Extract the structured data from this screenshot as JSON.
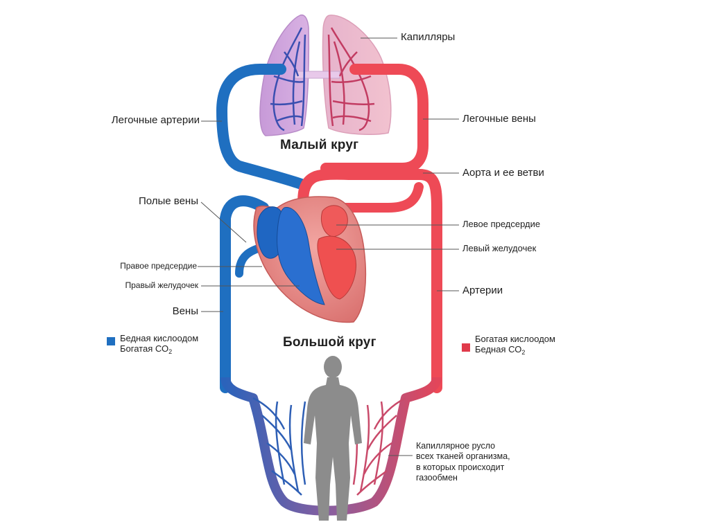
{
  "labels": {
    "capillaries": "Капилляры",
    "pulmonary_arteries": "Легочные артерии",
    "pulmonary_veins": "Легочные вены",
    "small_circle": "Малый круг",
    "aorta": "Аорта и ее ветви",
    "vena_cava": "Полые вены",
    "left_atrium": "Левое предсердие",
    "left_ventricle": "Левый желудочек",
    "right_atrium": "Правое предсердие",
    "right_ventricle": "Правый желудочек",
    "arteries": "Артерии",
    "veins": "Вены",
    "large_circle": "Большой круг",
    "capillary_bed": [
      "Капиллярное русло",
      "всех тканей организма,",
      "в которых происходит",
      "газообмен"
    ]
  },
  "legend": {
    "blue": {
      "line1": "Бедная кислоодом",
      "line2_prefix": "Богатая СО",
      "line2_sub": "2",
      "color": "#1f6fc0"
    },
    "red": {
      "line1": "Богатая кислоодом",
      "line2_prefix": "Бедная СО",
      "line2_sub": "2",
      "color": "#e03a4a"
    }
  }
}
